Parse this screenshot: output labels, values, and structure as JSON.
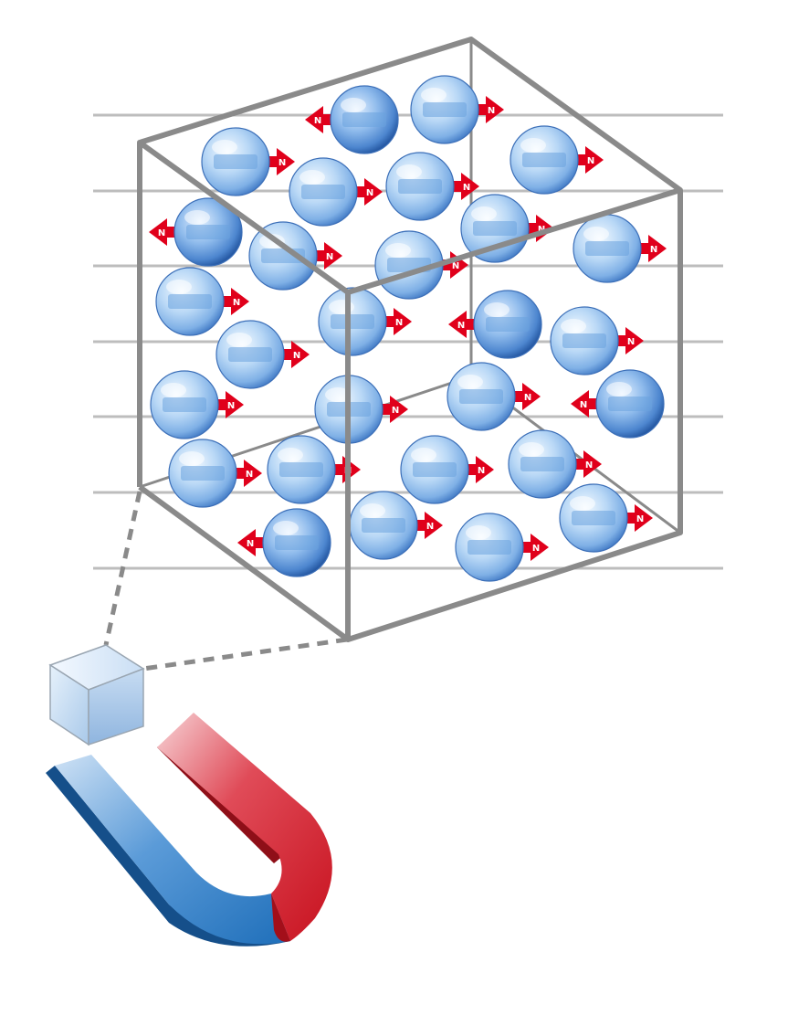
{
  "figure": {
    "arrow_label": "N",
    "colors": {
      "field_line": "#bdbdbd",
      "cube_edge": "#8a8a8a",
      "spin_arrow": "#e0001b",
      "sphere_light": "#eef6ff",
      "sphere_mid": "#a9cdf2",
      "sphere_dark": "#4d86cf",
      "magnet_blue": "#1f6fba",
      "magnet_red": "#d8192a"
    },
    "spins": [
      {
        "dir": "right"
      },
      {
        "dir": "left"
      },
      {
        "dir": "right"
      },
      {
        "dir": "right"
      },
      {
        "dir": "right"
      },
      {
        "dir": "right"
      },
      {
        "dir": "left"
      },
      {
        "dir": "right"
      },
      {
        "dir": "right"
      },
      {
        "dir": "right"
      },
      {
        "dir": "right"
      },
      {
        "dir": "right"
      },
      {
        "dir": "right"
      },
      {
        "dir": "left"
      },
      {
        "dir": "right"
      },
      {
        "dir": "right"
      },
      {
        "dir": "right"
      },
      {
        "dir": "right"
      },
      {
        "dir": "right"
      },
      {
        "dir": "left"
      },
      {
        "dir": "right"
      },
      {
        "dir": "right"
      },
      {
        "dir": "right"
      },
      {
        "dir": "right"
      },
      {
        "dir": "left"
      },
      {
        "dir": "right"
      },
      {
        "dir": "right"
      },
      {
        "dir": "right"
      },
      {
        "dir": "right"
      },
      {
        "dir": "right"
      }
    ]
  }
}
